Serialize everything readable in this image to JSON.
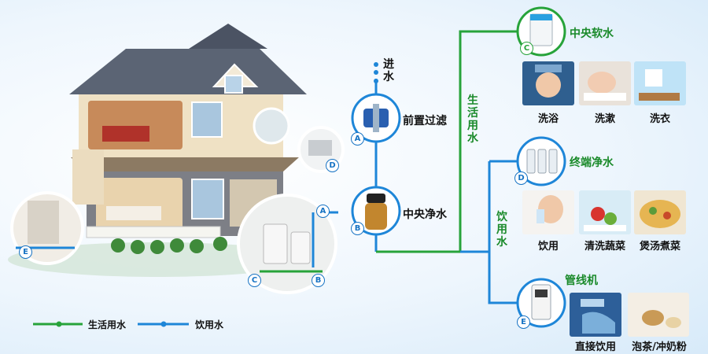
{
  "inlet": {
    "char1": "进",
    "char2": "水"
  },
  "stages": {
    "prefilter": {
      "label": "前置过滤",
      "badge": "A"
    },
    "central_purify": {
      "label": "中央净水",
      "badge": "B"
    },
    "central_soften": {
      "label": "中央软水",
      "badge": "C"
    },
    "terminal_purify": {
      "label": "终端净水",
      "badge": "D"
    },
    "pipeline": {
      "label": "管线机",
      "badge": "E"
    }
  },
  "branches": {
    "domestic": [
      "生",
      "活",
      "用",
      "水"
    ],
    "drinking": [
      "饮",
      "用",
      "水"
    ]
  },
  "uses": {
    "soften": [
      "洗浴",
      "洗漱",
      "洗衣"
    ],
    "purify": [
      "饮用",
      "清洗蔬菜",
      "煲汤煮菜"
    ],
    "pipeline": [
      "直接饮用",
      "泡茶/冲奶粉"
    ]
  },
  "house_badges": {
    "a": "A",
    "b": "B",
    "c": "C",
    "d": "D",
    "e": "E"
  },
  "legend": {
    "domestic": "生活用水",
    "drinking": "饮用水"
  },
  "colors": {
    "domestic_line": "#27a33a",
    "drinking_line": "#1e86d8"
  }
}
